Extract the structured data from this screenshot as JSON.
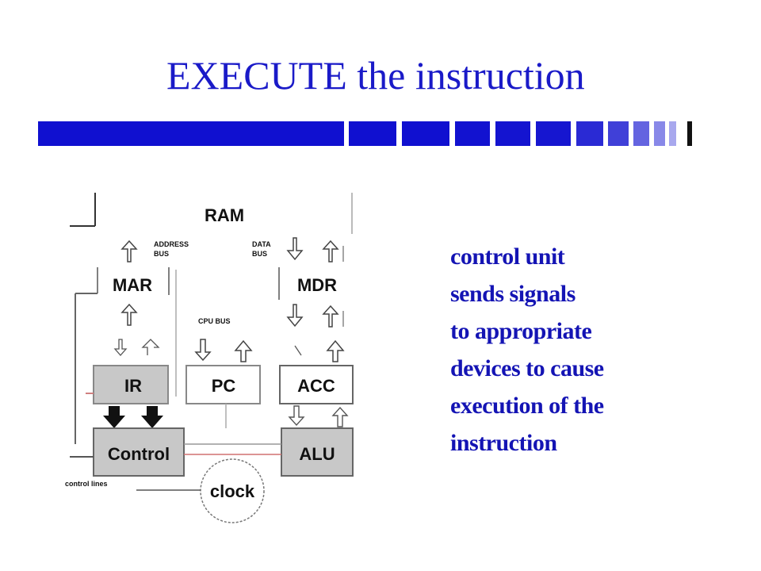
{
  "slide": {
    "title": "EXECUTE the instruction",
    "accent_color": "#1010d0",
    "text_color": "#1414b4"
  },
  "diagram": {
    "blocks": {
      "ram": "RAM",
      "mar": "MAR",
      "mdr": "MDR",
      "ir": "IR",
      "pc": "PC",
      "acc": "ACC",
      "control": "Control",
      "alu": "ALU",
      "clock": "clock"
    },
    "small_labels": {
      "address_bus": [
        "ADDRESS",
        "BUS"
      ],
      "data_bus": [
        "DATA",
        "BUS"
      ],
      "cpu_bus": "CPU BUS",
      "control_lines": "control lines"
    }
  },
  "description": {
    "lines": [
      "control unit",
      "sends signals",
      "to appropriate",
      "devices to cause",
      "execution of the",
      "instruction"
    ]
  }
}
